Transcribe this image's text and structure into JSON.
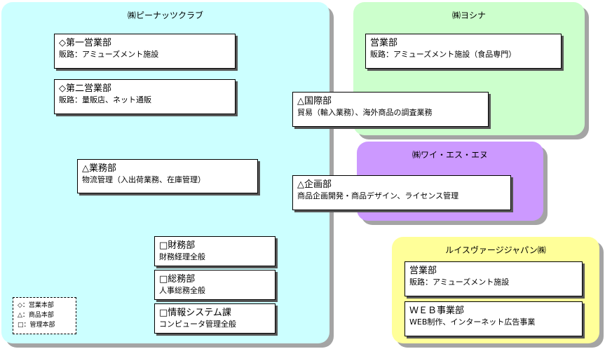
{
  "companies": {
    "peanuts": "㈱ピーナッツクラブ",
    "yoshina": "㈱ヨシナ",
    "wies": "㈱ワイ・エス・エヌ",
    "louis": "ルイスヴァージジャパン㈱"
  },
  "departments": {
    "sales1": {
      "title": "◇第一営業部",
      "desc": "販路：アミューズメント施設"
    },
    "sales2": {
      "title": "◇第二営業部",
      "desc": "販路：量販店、ネット通販"
    },
    "business": {
      "title": "△業務部",
      "desc": "物流管理（入出荷業務、在庫管理）"
    },
    "finance": {
      "title": "□財務部",
      "desc": "財務経理全般"
    },
    "general": {
      "title": "□総務部",
      "desc": "人事総務全般"
    },
    "it": {
      "title": "□情報システム課",
      "desc": "コンピュータ管理全般"
    },
    "yoshina_sales": {
      "title": "営業部",
      "desc": "販路：アミューズメント施設（食品専門）"
    },
    "international": {
      "title": "△国際部",
      "desc": "貿易（輸入業務）、海外商品の調査業務"
    },
    "planning": {
      "title": "△企画部",
      "desc": "商品企画開発・商品デザイン、ライセンス管理"
    },
    "louis_sales": {
      "title": "営業部",
      "desc": "販路：アミューズメント施設"
    },
    "web": {
      "title": "ＷＥＢ事業部",
      "desc": "WEB制作、インターネット広告事業"
    }
  },
  "legend": {
    "sales": "◇：営業本部",
    "product": "△：商品本部",
    "admin": "□：管理本部"
  },
  "colors": {
    "peanuts": "#ccffff",
    "yoshina": "#ccffcc",
    "wies": "#cc99ff",
    "louis": "#ffff99"
  }
}
